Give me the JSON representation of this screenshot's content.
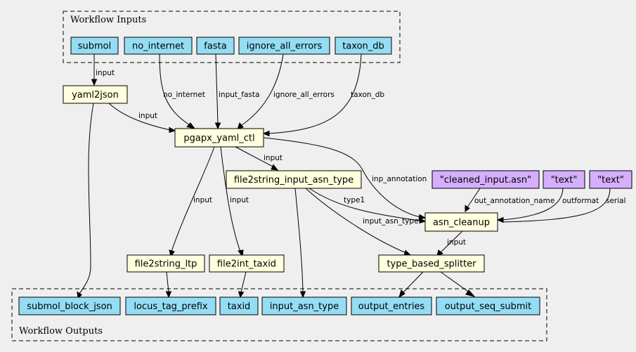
{
  "colors": {
    "background": "#efefef",
    "io": "#94ddf4",
    "step": "#ffffdd",
    "constant": "#d5aefc",
    "stroke": "#000000"
  },
  "clusters": {
    "inputs": "Workflow Inputs",
    "outputs": "Workflow Outputs"
  },
  "nodes": {
    "submol": "submol",
    "no_internet": "no_internet",
    "fasta": "fasta",
    "ignore_all_errors": "ignore_all_errors",
    "taxon_db": "taxon_db",
    "yaml2json": "yaml2json",
    "pgapx_yaml_ctl": "pgapx_yaml_ctl",
    "file2string_input_asn_type": "file2string_input_asn_type",
    "cleaned_input_asn": "\"cleaned_input.asn\"",
    "text1": "\"text\"",
    "text2": "\"text\"",
    "asn_cleanup": "asn_cleanup",
    "file2string_ltp": "file2string_ltp",
    "file2int_taxid": "file2int_taxid",
    "type_based_splitter": "type_based_splitter",
    "submol_block_json": "submol_block_json",
    "locus_tag_prefix": "locus_tag_prefix",
    "taxid": "taxid",
    "input_asn_type": "input_asn_type",
    "output_entries": "output_entries",
    "output_seq_submit": "output_seq_submit"
  },
  "edge_labels": {
    "submol_yaml2json": "input",
    "no_internet": "no_internet",
    "input_fasta": "input_fasta",
    "ignore_all_errors": "ignore_all_errors",
    "taxon_db": "taxon_db",
    "yaml2json_pgapx": "input",
    "pgapx_f2s": "input",
    "inp_annotation": "inp_annotation",
    "pgapx_ltp": "input",
    "pgapx_taxid": "input",
    "type1": "type1",
    "input_asn_type": "input_asn_type",
    "out_annotation_name": "out_annotation_name",
    "outformat": "outformat",
    "serial": "serial",
    "cleanup_splitter": "input"
  }
}
